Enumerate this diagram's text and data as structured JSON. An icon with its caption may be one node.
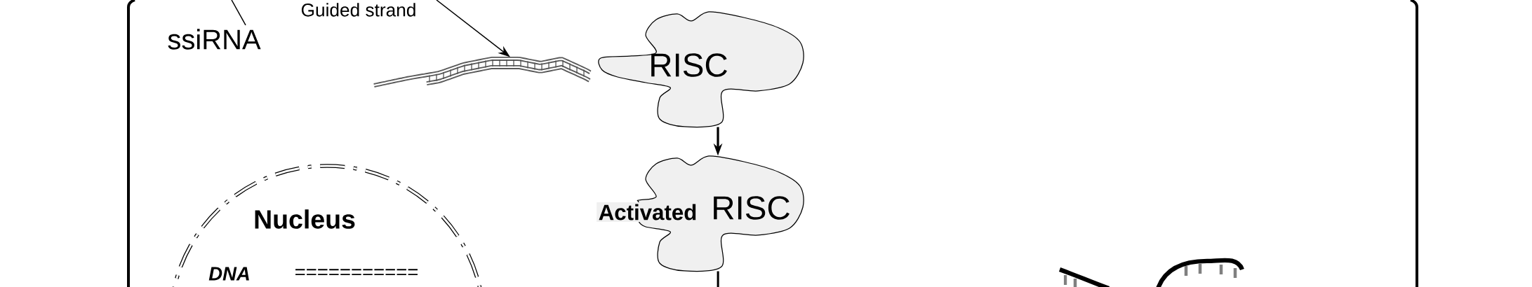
{
  "diagram": {
    "nodes": [
      {
        "text": [
          "ssiRNA"
        ]
      },
      {
        "text": [],
        "shape": "picture"
      },
      {
        "text": [
          "RISC"
        ]
      },
      {
        "text": [
          "Activated",
          "RISC"
        ]
      },
      {
        "text": [
          "Nucleus"
        ]
      },
      {
        "text": [],
        "shape": "picture"
      }
    ],
    "edges": [
      {
        "from": null,
        "to": 1,
        "arrow": "to",
        "label": "Guided strand"
      },
      {
        "from": null,
        "to": 0,
        "arrow": "none"
      },
      {
        "from": 2,
        "to": 3,
        "arrow": "to"
      },
      {
        "from": 3,
        "to": null,
        "arrow": "none"
      }
    ],
    "labels": [
      "DNA",
      "==========="
    ]
  }
}
